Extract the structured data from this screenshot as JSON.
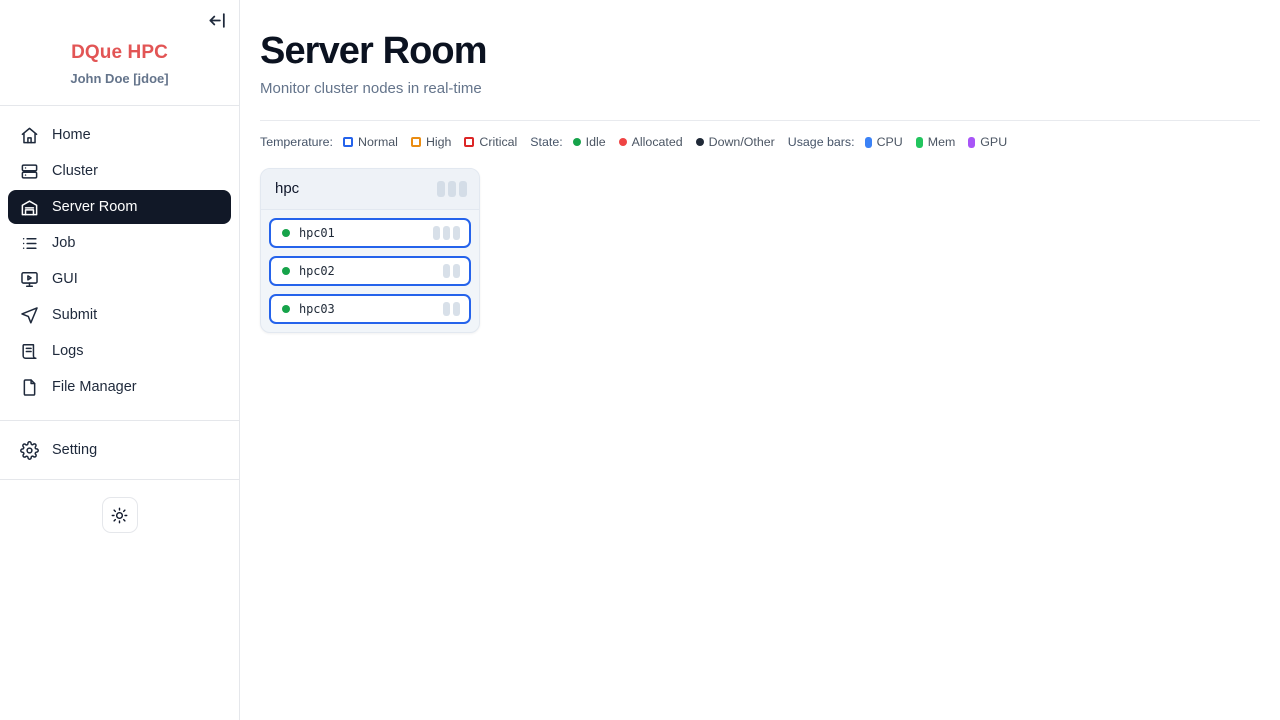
{
  "sidebar": {
    "collapse_icon": "arrow-left-to-line-icon",
    "brand": "DQue HPC",
    "user": "John Doe [jdoe]",
    "items": [
      {
        "label": "Home",
        "icon": "home-icon",
        "active": false
      },
      {
        "label": "Cluster",
        "icon": "server-icon",
        "active": false
      },
      {
        "label": "Server Room",
        "icon": "warehouse-icon",
        "active": true
      },
      {
        "label": "Job",
        "icon": "list-icon",
        "active": false
      },
      {
        "label": "GUI",
        "icon": "monitor-play-icon",
        "active": false
      },
      {
        "label": "Submit",
        "icon": "send-icon",
        "active": false
      },
      {
        "label": "Logs",
        "icon": "scroll-text-icon",
        "active": false
      },
      {
        "label": "File Manager",
        "icon": "file-icon",
        "active": false
      }
    ],
    "settings": {
      "label": "Setting",
      "icon": "gear-icon"
    },
    "theme_toggle": {
      "icon": "sun-icon",
      "mode": "light"
    }
  },
  "header": {
    "title": "Server Room",
    "subtitle": "Monitor cluster nodes in real-time"
  },
  "legend": {
    "temperature_label": "Temperature:",
    "temperature": [
      {
        "text": "Normal",
        "color": "#2563eb"
      },
      {
        "text": "High",
        "color": "#ea8c12"
      },
      {
        "text": "Critical",
        "color": "#dc2626"
      }
    ],
    "state_label": "State:",
    "state": [
      {
        "text": "Idle",
        "color": "#16a34a"
      },
      {
        "text": "Allocated",
        "color": "#ef4444"
      },
      {
        "text": "Down/Other",
        "color": "#1f2937"
      }
    ],
    "usage_label": "Usage bars:",
    "usage": [
      {
        "text": "CPU",
        "color": "#3b82f6"
      },
      {
        "text": "Mem",
        "color": "#22c55e"
      },
      {
        "text": "GPU",
        "color": "#a855f7"
      }
    ]
  },
  "racks": [
    {
      "name": "hpc",
      "header_bars": 3,
      "nodes": [
        {
          "name": "hpc01",
          "state_color": "#16a34a",
          "temp_color": "#2563eb",
          "bars": 3
        },
        {
          "name": "hpc02",
          "state_color": "#16a34a",
          "temp_color": "#2563eb",
          "bars": 2
        },
        {
          "name": "hpc03",
          "state_color": "#16a34a",
          "temp_color": "#2563eb",
          "bars": 2
        }
      ]
    }
  ]
}
